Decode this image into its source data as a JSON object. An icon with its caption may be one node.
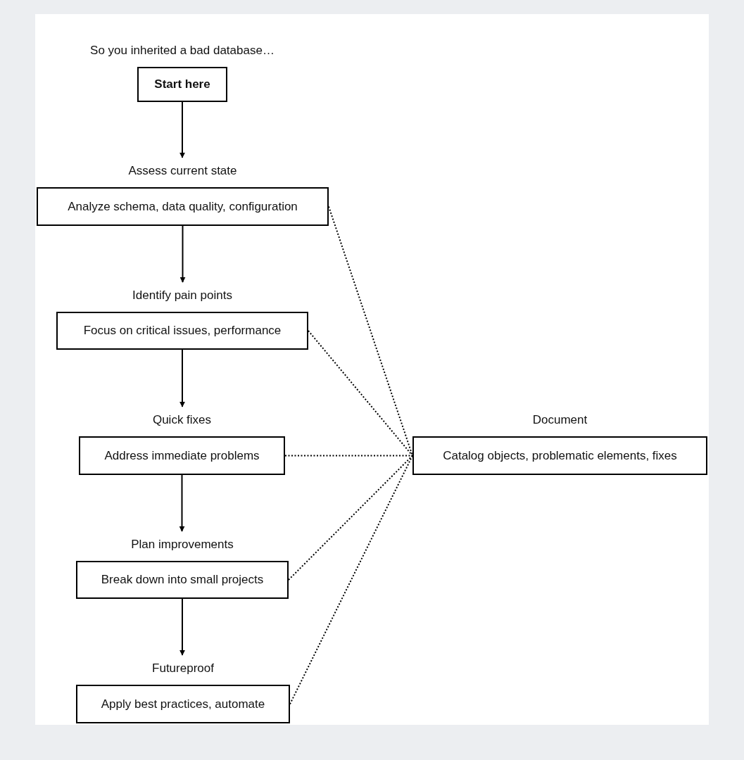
{
  "diagram": {
    "nodes": [
      {
        "text": [
          "So you inherited a bad database…",
          "Start here"
        ]
      },
      {
        "text": [
          "Assess current state",
          "Analyze schema, data quality, configuration"
        ]
      },
      {
        "text": [
          "Identify pain points",
          "Focus on critical issues, performance"
        ]
      },
      {
        "text": [
          "Quick fixes",
          "Address immediate problems"
        ]
      },
      {
        "text": [
          "Plan improvements",
          "Break down into small projects"
        ]
      },
      {
        "text": [
          "Futureproof",
          "Apply best practices, automate"
        ]
      },
      {
        "text": [
          "Document",
          "Catalog objects, problematic elements, fixes"
        ]
      }
    ],
    "edges": [
      {
        "from": 0,
        "to": 1,
        "arrow": "to"
      },
      {
        "from": 1,
        "to": 2,
        "arrow": "to"
      },
      {
        "from": 2,
        "to": 3,
        "arrow": "to"
      },
      {
        "from": 3,
        "to": 4,
        "arrow": "to"
      },
      {
        "from": 4,
        "to": 5,
        "arrow": "to"
      },
      {
        "from": 1,
        "to": 6,
        "arrow": "none",
        "style": "dashed"
      },
      {
        "from": 2,
        "to": 6,
        "arrow": "none",
        "style": "dashed"
      },
      {
        "from": 3,
        "to": 6,
        "arrow": "none",
        "style": "dashed"
      },
      {
        "from": 4,
        "to": 6,
        "arrow": "none",
        "style": "dashed"
      },
      {
        "from": 5,
        "to": 6,
        "arrow": "none",
        "style": "dashed"
      }
    ]
  }
}
